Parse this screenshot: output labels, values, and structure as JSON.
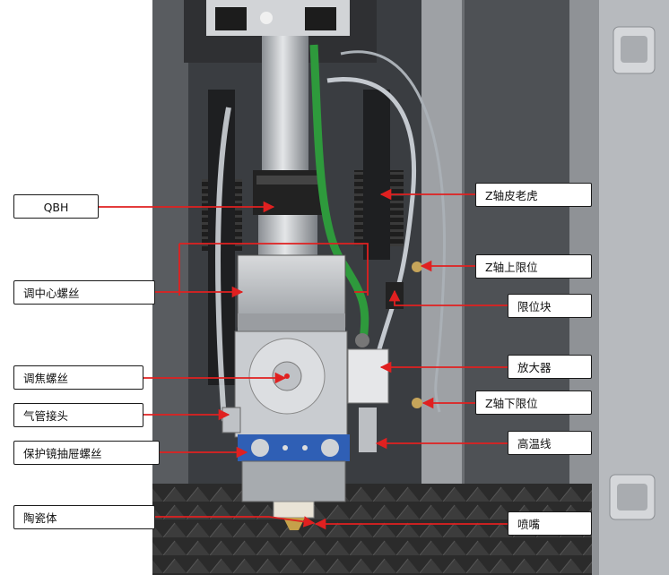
{
  "labels": {
    "qbh": "QBH",
    "center_screw": "调中心螺丝",
    "focus_screw": "调焦螺丝",
    "air_connector": "气管接头",
    "drawer_screw": "保护镜抽屉螺丝",
    "ceramic": "陶瓷体",
    "z_cover": "Z轴皮老虎",
    "z_upper_limit": "Z轴上限位",
    "limit_block": "限位块",
    "amplifier": "放大器",
    "z_lower_limit": "Z轴下限位",
    "high_temp_wire": "高温线",
    "nozzle": "喷嘴"
  },
  "colors": {
    "arrow": "#e02020",
    "cable_green": "#2e9a3c",
    "housing_silver": "#c9ccd0",
    "blue_strip": "#2f5fb5",
    "dark_panel": "#2a2a2a"
  }
}
